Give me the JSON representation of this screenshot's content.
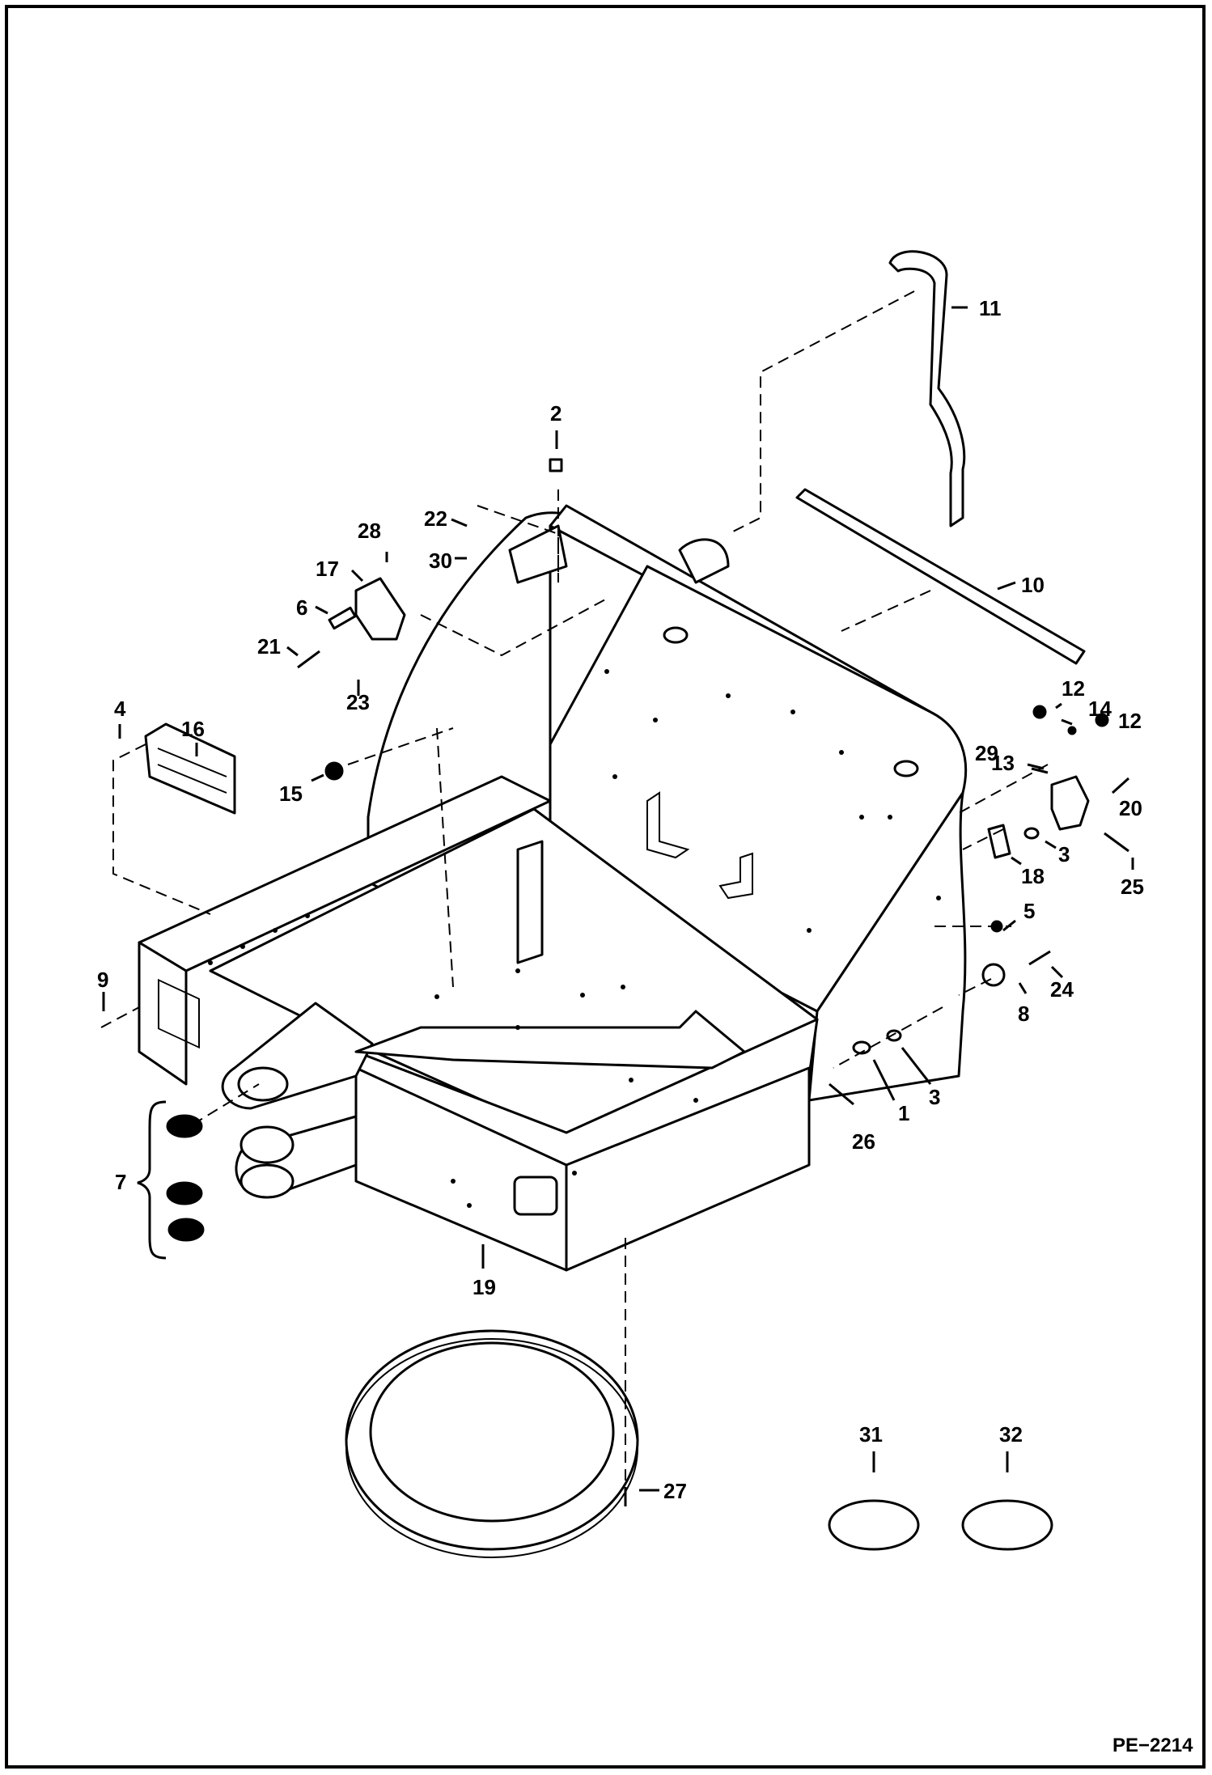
{
  "figure_code": "PE−2214",
  "callouts": {
    "c1": "1",
    "c2": "2",
    "c3a": "3",
    "c3b": "3",
    "c4": "4",
    "c5": "5",
    "c6": "6",
    "c7": "7",
    "c8": "8",
    "c9": "9",
    "c10": "10",
    "c11": "11",
    "c12a": "12",
    "c12b": "12",
    "c13": "13",
    "c14": "14",
    "c15": "15",
    "c16": "16",
    "c17": "17",
    "c18": "18",
    "c19": "19",
    "c20": "20",
    "c21": "21",
    "c22": "22",
    "c23": "23",
    "c24": "24",
    "c25": "25",
    "c26": "26",
    "c27": "27",
    "c28": "28",
    "c29": "29",
    "c30": "30",
    "c31": "31",
    "c32": "32"
  }
}
